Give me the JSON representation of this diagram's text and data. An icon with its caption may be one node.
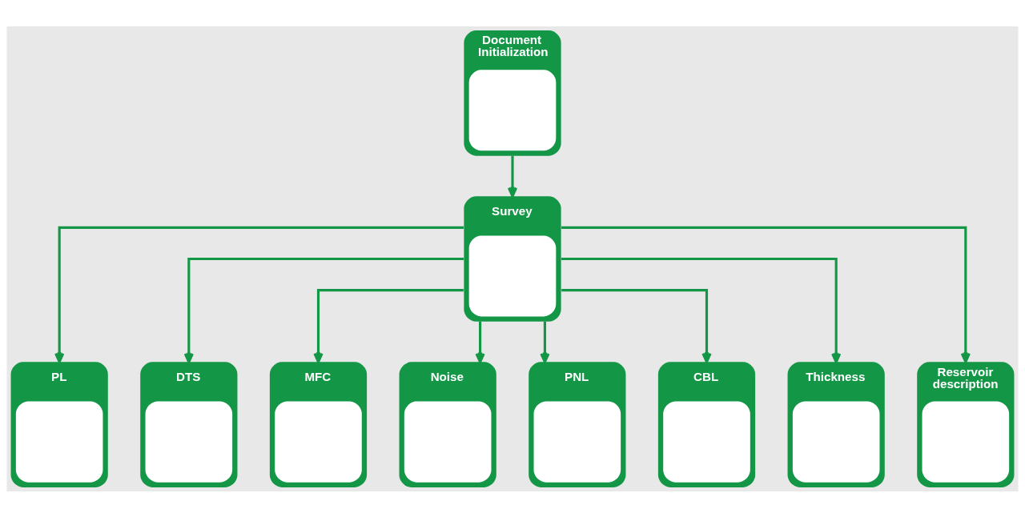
{
  "diagram": {
    "nodes": [
      {
        "text": [
          "Document Initialization"
        ]
      },
      {
        "text": [
          "Survey"
        ]
      },
      {
        "text": [
          "PL"
        ]
      },
      {
        "text": [
          "DTS"
        ]
      },
      {
        "text": [
          "MFC"
        ]
      },
      {
        "text": [
          "Noise"
        ]
      },
      {
        "text": [
          "PNL"
        ]
      },
      {
        "text": [
          "CBL"
        ]
      },
      {
        "text": [
          "Thickness"
        ]
      },
      {
        "text": [
          "Reservoir description"
        ]
      }
    ],
    "edges": [
      {
        "from": 0,
        "to": 1,
        "arrow": "to"
      },
      {
        "from": 1,
        "to": 2,
        "arrow": "to"
      },
      {
        "from": 1,
        "to": 3,
        "arrow": "to"
      },
      {
        "from": 1,
        "to": 4,
        "arrow": "to"
      },
      {
        "from": 1,
        "to": 5,
        "arrow": "to"
      },
      {
        "from": 1,
        "to": 6,
        "arrow": "to"
      },
      {
        "from": 1,
        "to": 7,
        "arrow": "to"
      },
      {
        "from": 1,
        "to": 8,
        "arrow": "to"
      },
      {
        "from": 1,
        "to": 9,
        "arrow": "to"
      }
    ]
  }
}
